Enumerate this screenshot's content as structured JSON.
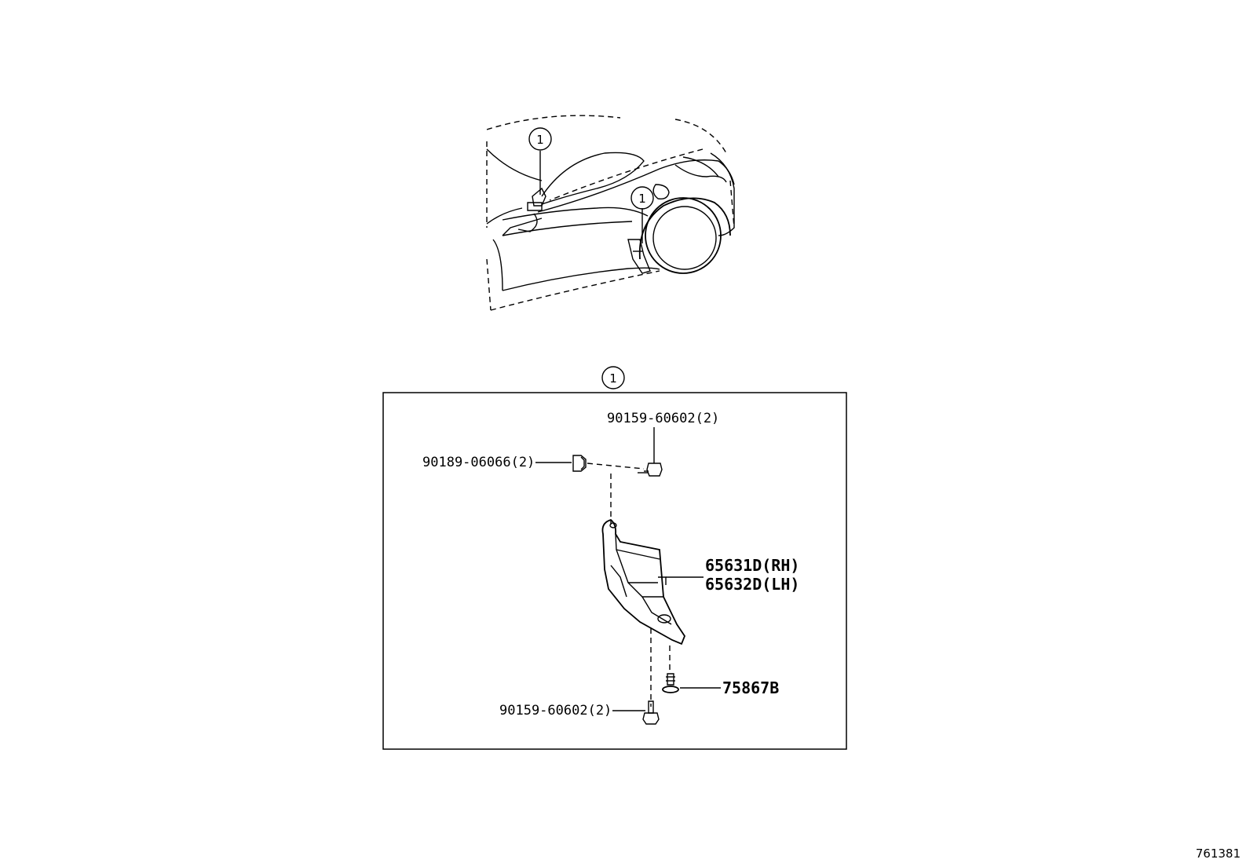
{
  "callout": {
    "symbol": "1"
  },
  "parts": {
    "bolt_top": "90159-60602(2)",
    "nut": "90189-06066(2)",
    "shield_rh": "65631D(RH)",
    "shield_lh": "65632D(LH)",
    "clip": "75867B",
    "bolt_bottom": "90159-60602(2)"
  },
  "diagram_ref": "761381"
}
